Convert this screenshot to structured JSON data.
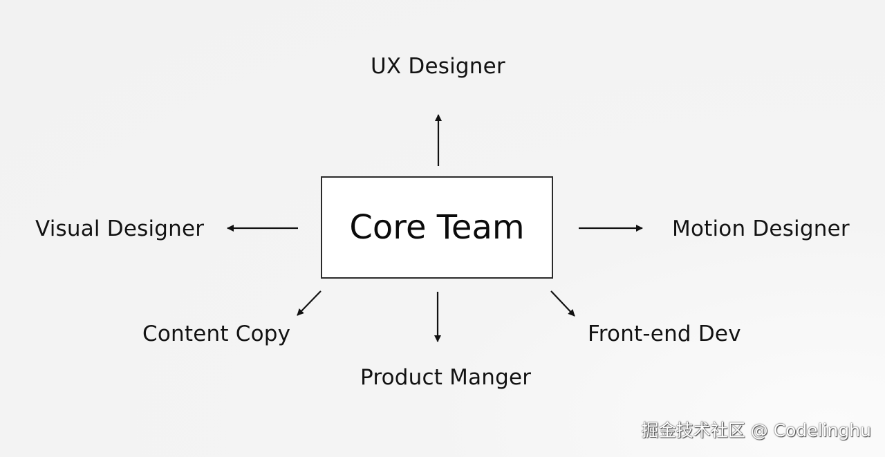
{
  "diagram": {
    "core": "Core Team",
    "roles": {
      "ux_designer": "UX Designer",
      "visual_designer": "Visual Designer",
      "motion_designer": "Motion Designer",
      "content_copy": "Content Copy",
      "product_manager": "Product Manger",
      "front_end_dev": "Front-end Dev"
    }
  },
  "watermark": "掘金技术社区 @ Codelinghu",
  "colors": {
    "background": "#f4f4f4",
    "stroke": "#111111",
    "box_fill": "#ffffff"
  }
}
